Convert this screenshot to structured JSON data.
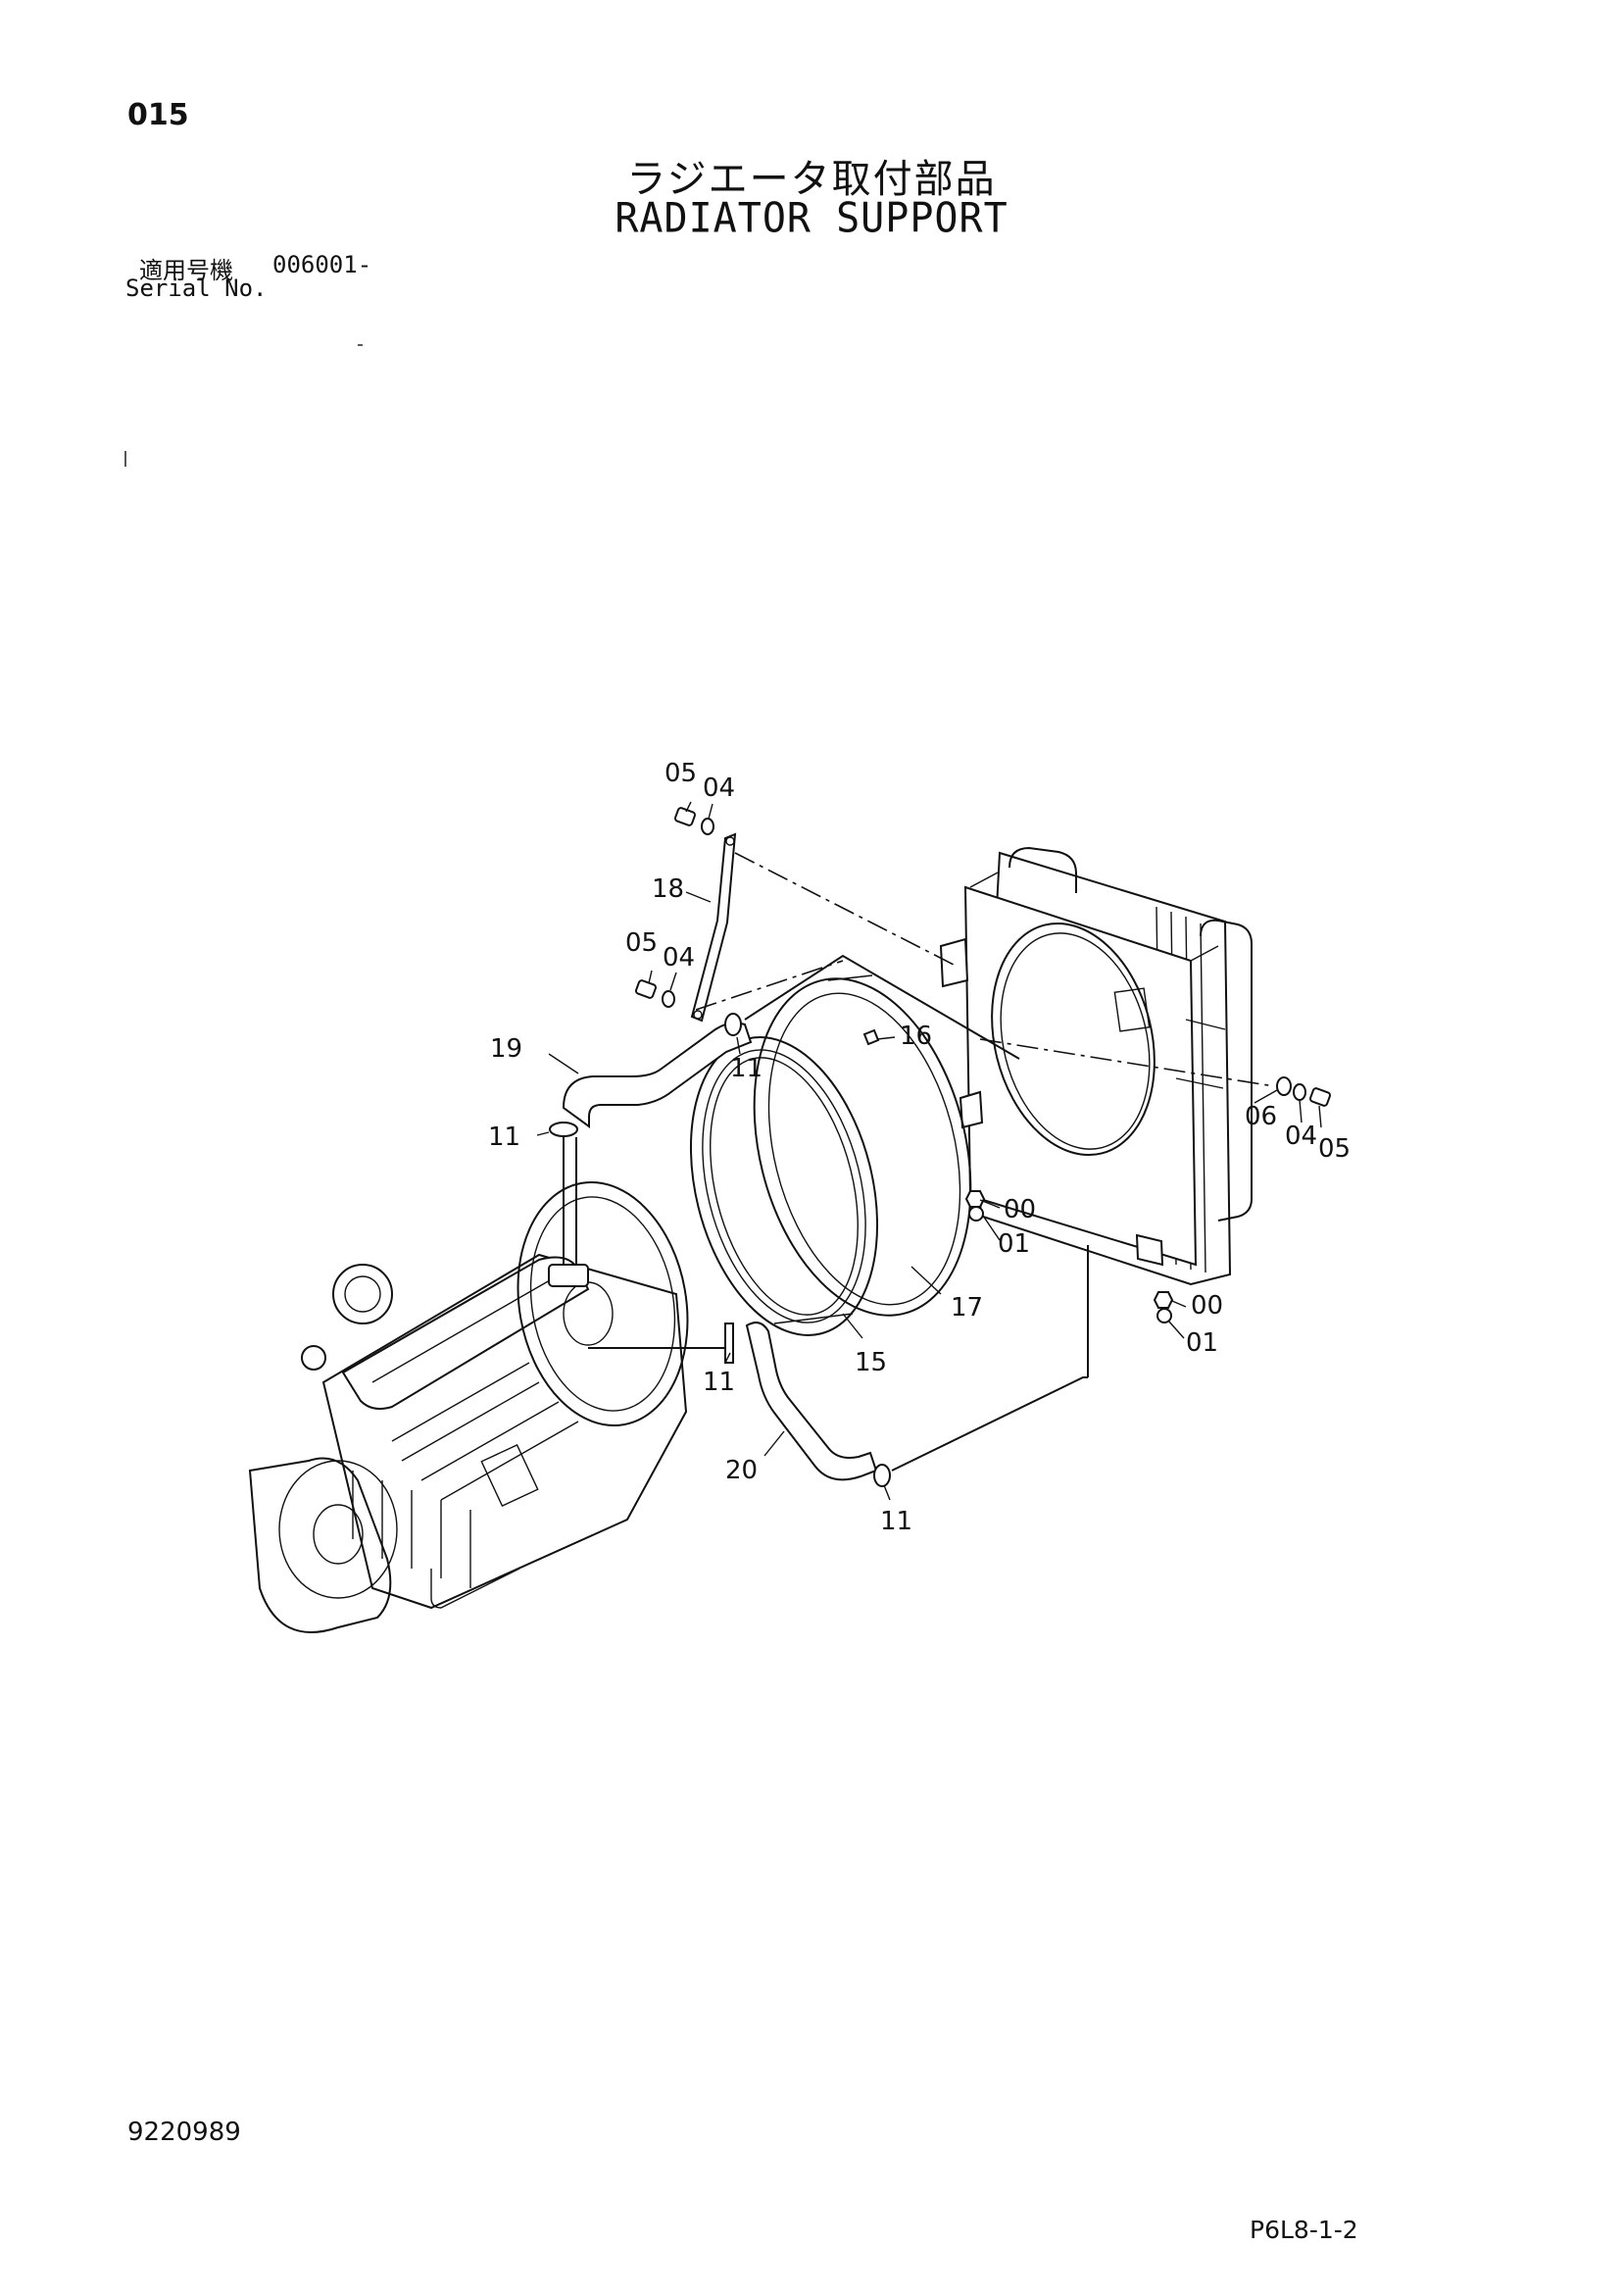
{
  "header": {
    "page_no": "015",
    "title_jp": "ラジエータ取付部品",
    "title_en": "RADIATOR SUPPORT",
    "serial_label_jp": "適用号機",
    "serial_value": "006001-",
    "serial_label_en": "Serial No."
  },
  "footer": {
    "doc_no": "9220989",
    "figure_no": "P6L8-1-2"
  },
  "callouts": {
    "c05a": "05",
    "c04a": "04",
    "c18": "18",
    "c05b": "05",
    "c04b": "04",
    "c19": "19",
    "c11a": "11",
    "c11b": "11",
    "c16": "16",
    "c06": "06",
    "c04c": "04",
    "c05c": "05",
    "c00a": "00",
    "c01a": "01",
    "c17": "17",
    "c00b": "00",
    "c01b": "01",
    "c15": "15",
    "c11c": "11",
    "c20": "20",
    "c11d": "11"
  }
}
